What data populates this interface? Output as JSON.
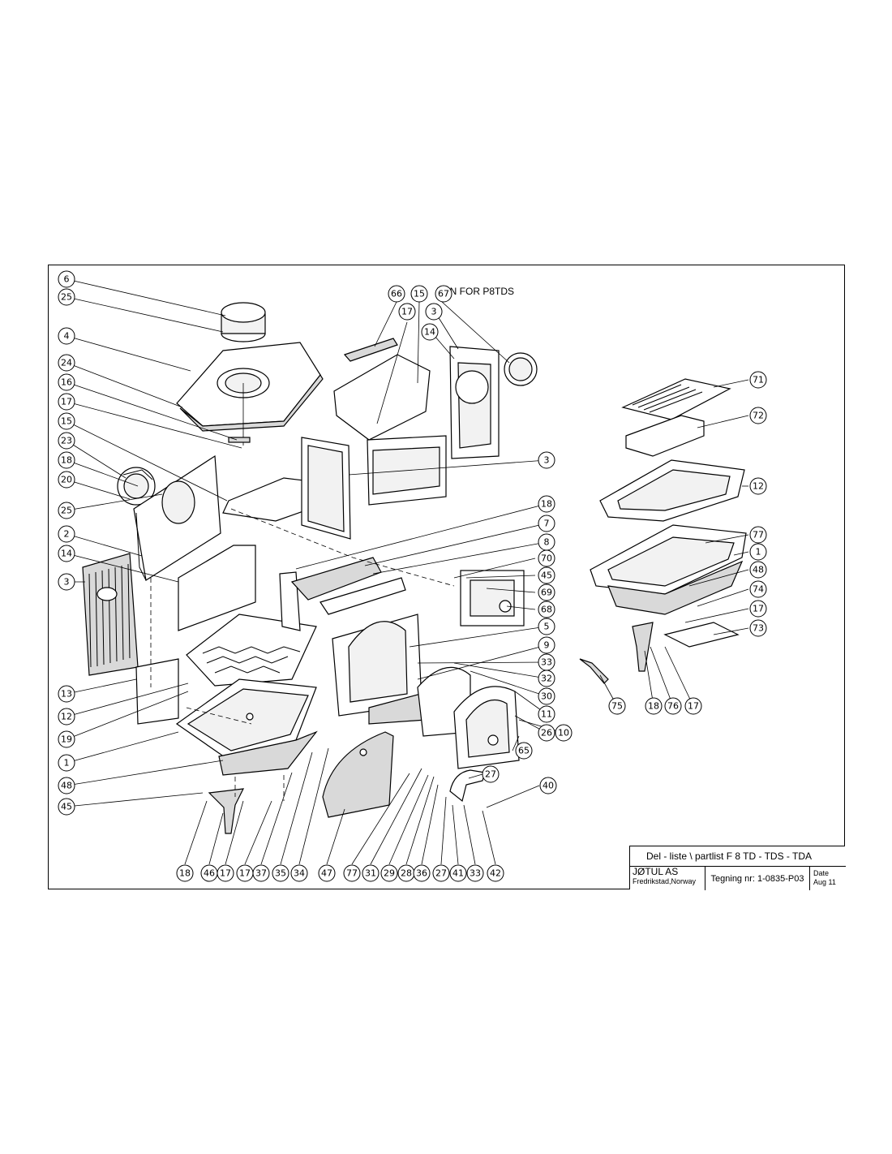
{
  "drawing": {
    "note": "KUN FOR P8TDS",
    "callouts": [
      "6",
      "25",
      "4",
      "24",
      "16",
      "17",
      "15",
      "23",
      "18",
      "20",
      "25",
      "2",
      "14",
      "3",
      "13",
      "12",
      "19",
      "1",
      "48",
      "45",
      "18",
      "46",
      "17",
      "17",
      "37",
      "35",
      "34",
      "47",
      "77",
      "31",
      "29",
      "28",
      "36",
      "27",
      "41",
      "33",
      "42",
      "40",
      "27",
      "65",
      "10",
      "26",
      "11",
      "30",
      "32",
      "33",
      "9",
      "5",
      "68",
      "69",
      "45",
      "70",
      "8",
      "7",
      "18",
      "3",
      "66",
      "15",
      "17",
      "67",
      "3",
      "14",
      "71",
      "72",
      "12",
      "77",
      "1",
      "48",
      "74",
      "17",
      "73",
      "75",
      "18",
      "76",
      "17"
    ]
  },
  "title_block": {
    "title": "Del - liste \\ partlist  F 8 TD - TDS - TDA",
    "company": "JØTUL AS",
    "location": "Fredrikstad,Norway",
    "drawing_number": "Tegning nr: 1-0835-P03",
    "date_label": "Date",
    "date_value": "Aug 11"
  }
}
